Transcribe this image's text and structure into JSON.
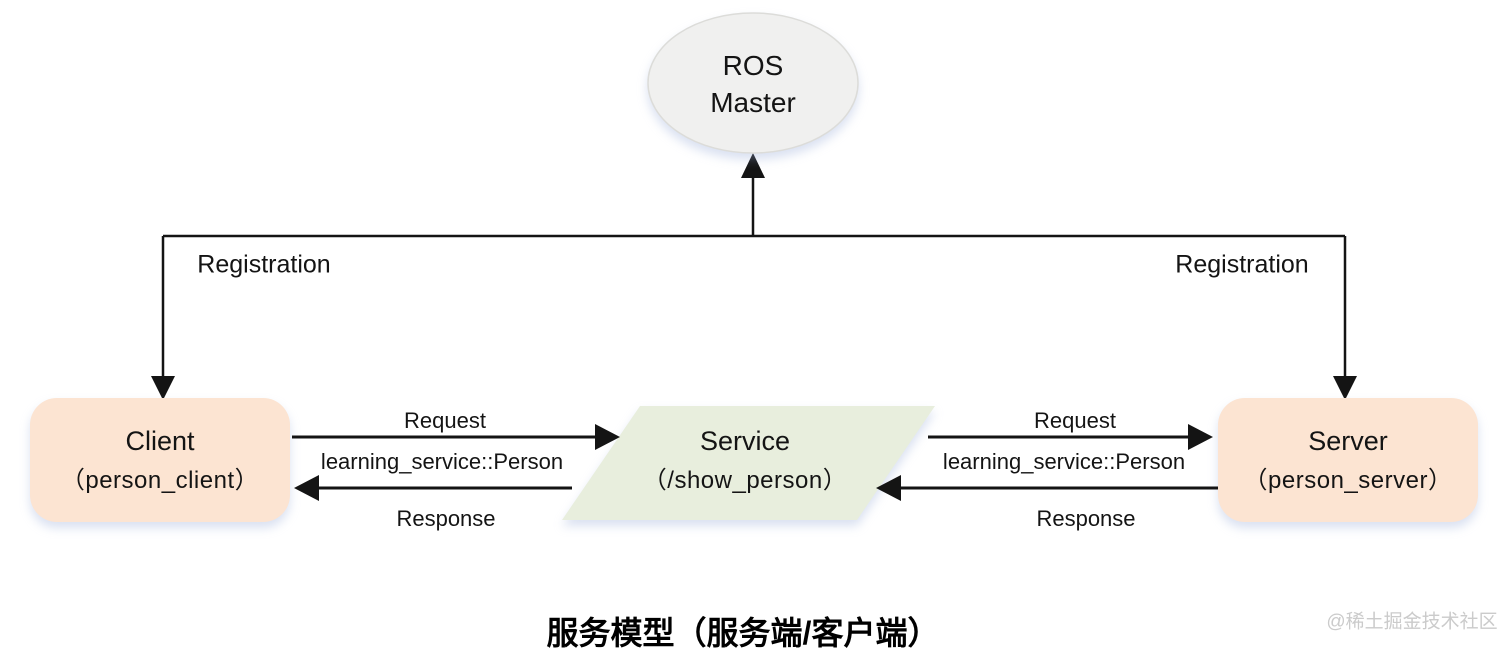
{
  "nodes": {
    "master": {
      "title": "ROS",
      "subtitle": "Master"
    },
    "client": {
      "title": "Client",
      "subtitle": "（person_client）"
    },
    "service": {
      "title": "Service",
      "subtitle": "（/show_person）"
    },
    "server": {
      "title": "Server",
      "subtitle": "（person_server）"
    }
  },
  "labels": {
    "registration_left": "Registration",
    "registration_right": "Registration",
    "request_left": "Request",
    "message_type_left": "learning_service::Person",
    "response_left": "Response",
    "request_right": "Request",
    "message_type_right": "learning_service::Person",
    "response_right": "Response"
  },
  "caption": "服务模型（服务端/客户端）",
  "watermark": "@稀土掘金技术社区",
  "colors": {
    "client_server_fill": "#fce4d2",
    "service_fill": "#e8eedd",
    "master_fill": "#f0f0ef",
    "master_stroke": "#dcdcd9",
    "line": "#141414"
  }
}
